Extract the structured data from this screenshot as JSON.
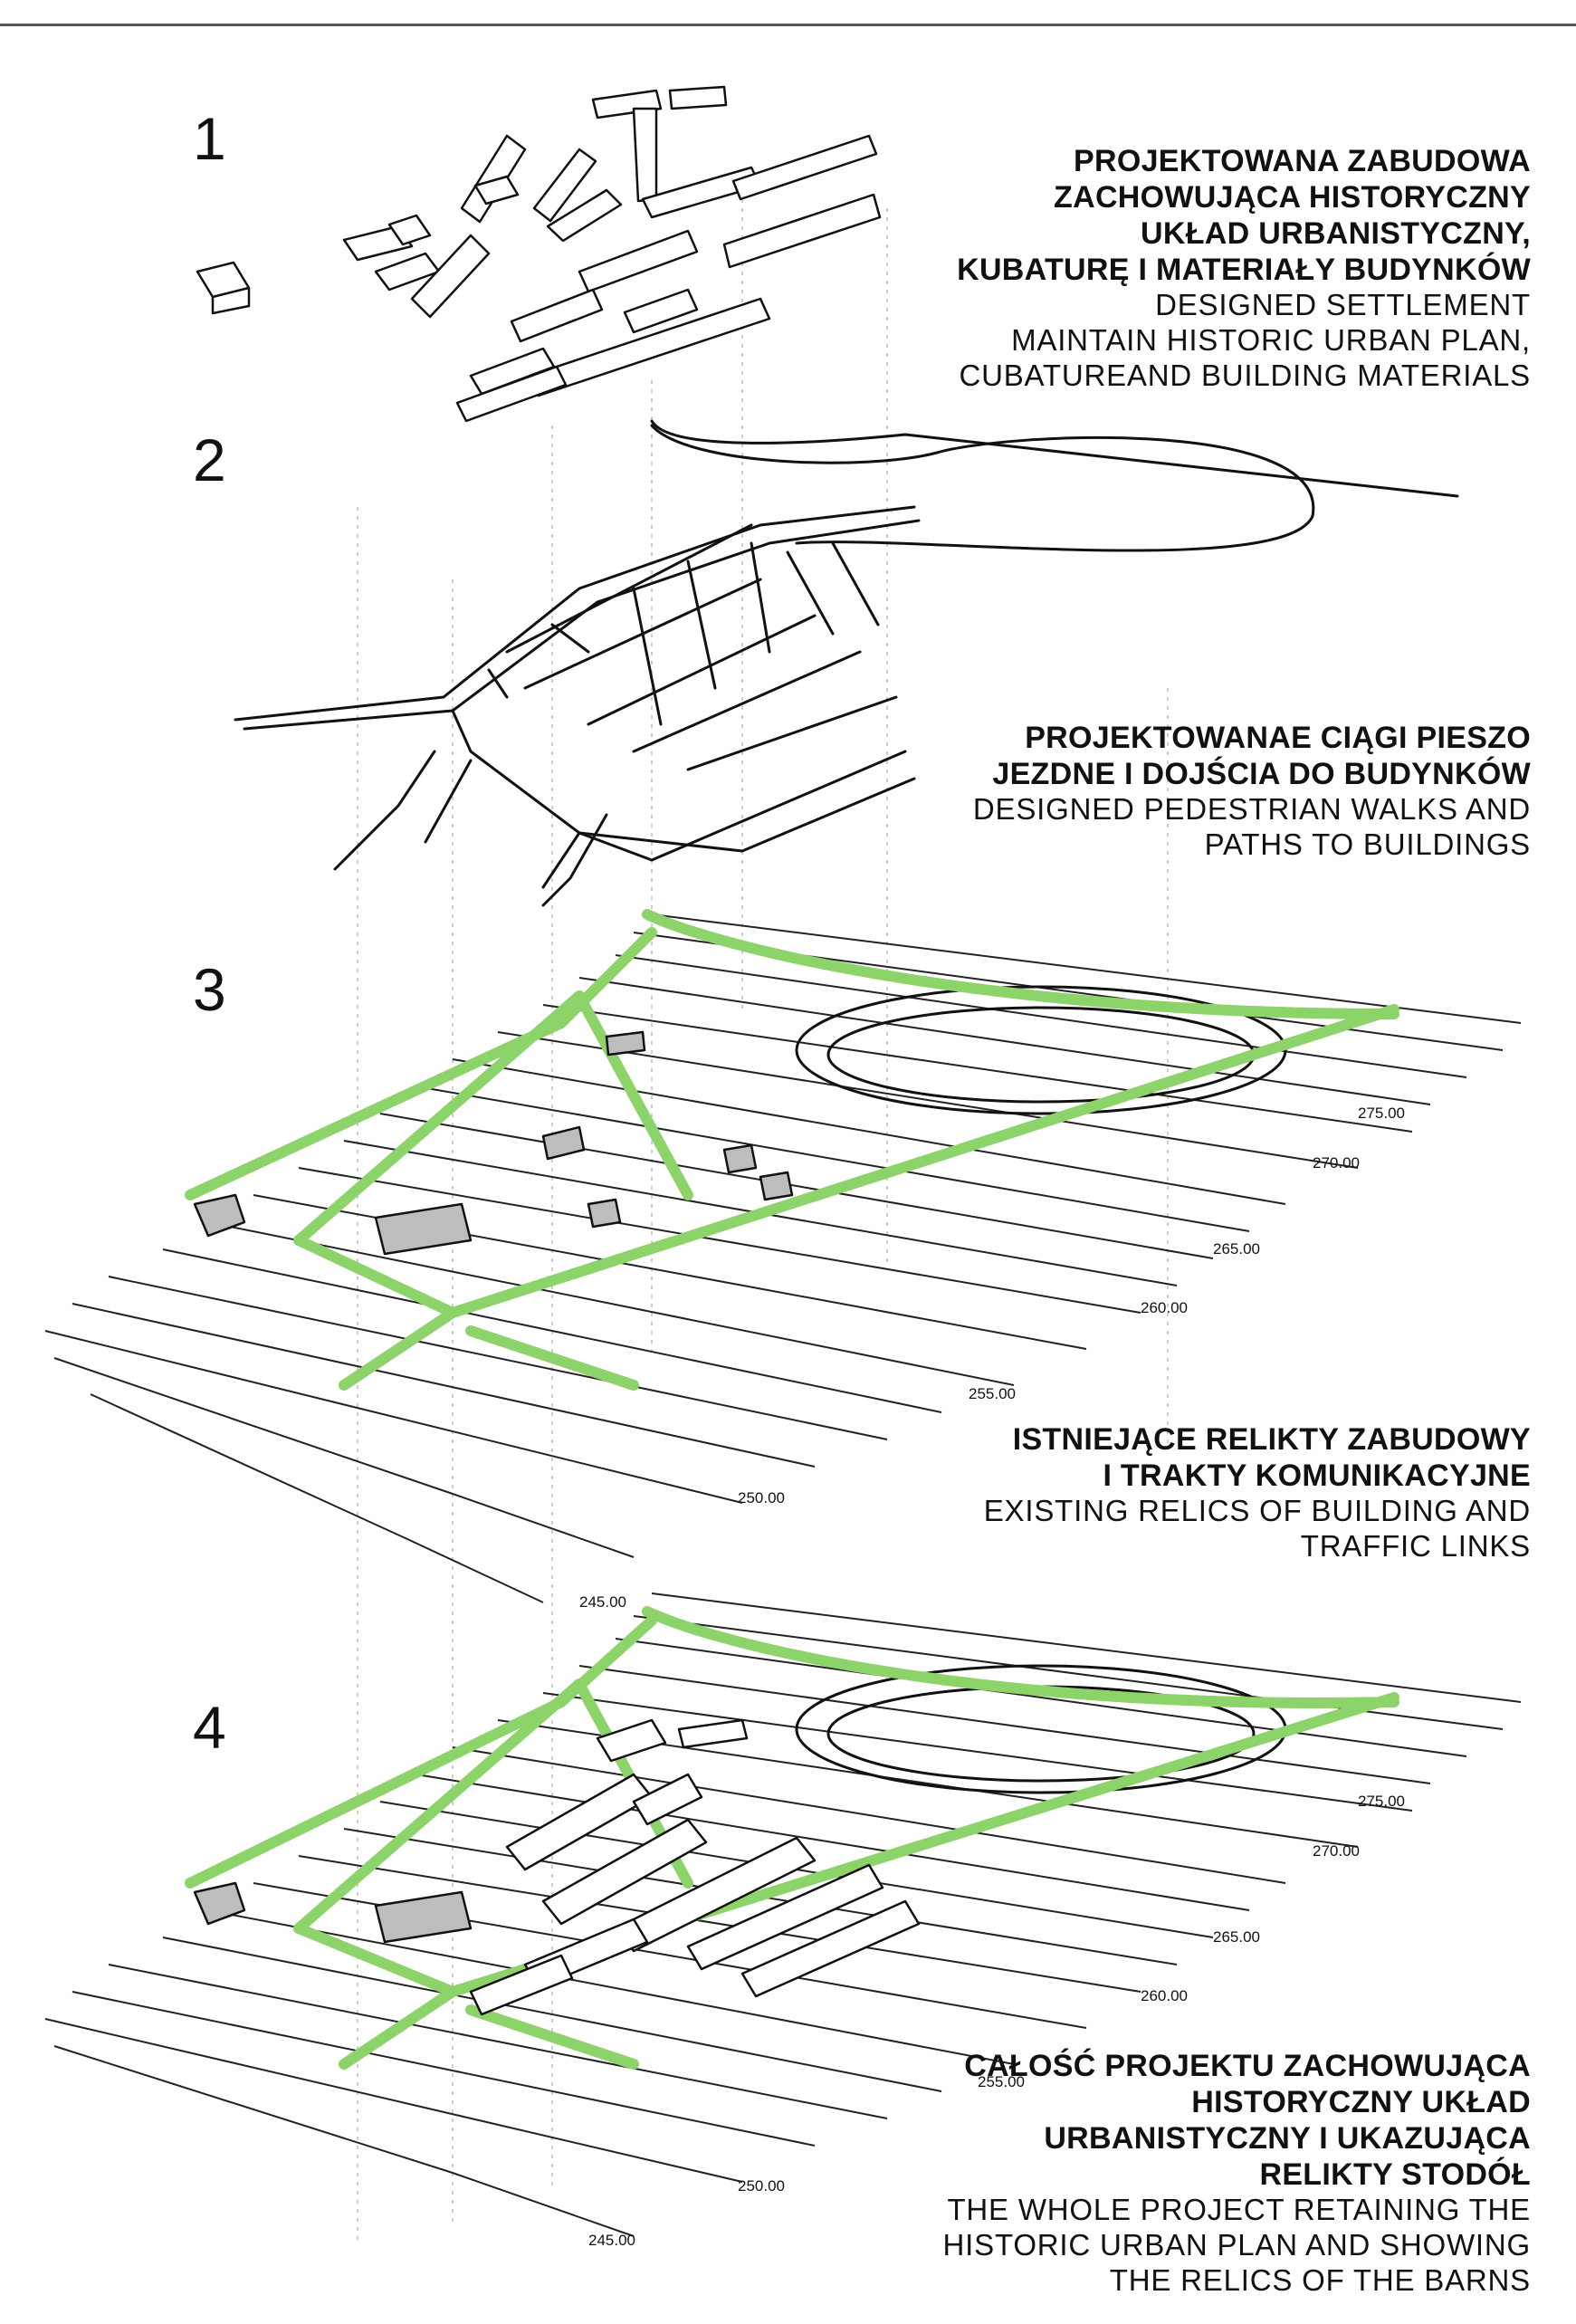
{
  "layers": [
    {
      "number": "1",
      "title_pl": [
        "PROJEKTOWANA ZABUDOWA",
        "ZACHOWUJĄCA HISTORYCZNY",
        "UKŁAD URBANISTYCZNY,",
        "KUBATURĘ I MATERIAŁY BUDYNKÓW"
      ],
      "title_en": [
        "DESIGNED SETTLEMENT",
        "MAINTAIN HISTORIC URBAN PLAN,",
        "CUBATUREAND BUILDING MATERIALS"
      ]
    },
    {
      "number": "2",
      "title_pl": [
        "PROJEKTOWANAE CIĄGI PIESZO",
        "JEZDNE I DOJŚCIA DO BUDYNKÓW"
      ],
      "title_en": [
        "DESIGNED PEDESTRIAN WALKS AND",
        "PATHS TO BUILDINGS"
      ]
    },
    {
      "number": "3",
      "title_pl": [
        "ISTNIEJĄCE RELIKTY ZABUDOWY",
        "I TRAKTY KOMUNIKACYJNE"
      ],
      "title_en": [
        "EXISTING RELICS OF BUILDING AND",
        "TRAFFIC LINKS"
      ]
    },
    {
      "number": "4",
      "title_pl": [
        "CAŁOŚĆ PROJEKTU ZACHOWUJĄCA",
        "HISTORYCZNY UKŁAD",
        "URBANISTYCZNY I UKAZUJĄCA",
        "RELIKTY STODÓŁ"
      ],
      "title_en": [
        "THE WHOLE PROJECT RETAINING THE",
        "HISTORIC URBAN PLAN AND SHOWING",
        "THE RELICS OF THE BARNS"
      ]
    }
  ],
  "contour_labels_layer3": [
    "275.00",
    "270.00",
    "265.00",
    "260.00",
    "255.00",
    "250.00",
    "245.00"
  ],
  "contour_labels_layer4": [
    "275.00",
    "270.00",
    "265.00",
    "260.00",
    "255.00",
    "250.00",
    "245.00"
  ],
  "colors": {
    "path_green": "#8cd36a",
    "line": "#111111",
    "guide": "#bdbdbd"
  }
}
